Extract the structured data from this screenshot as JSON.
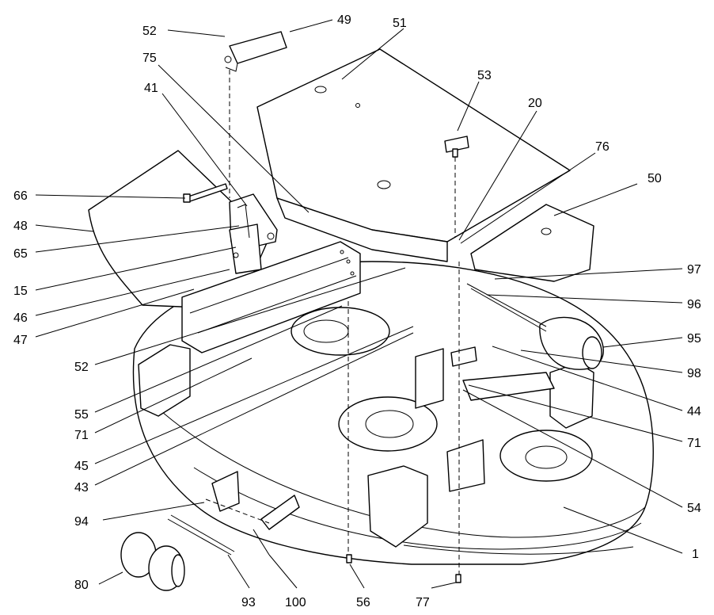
{
  "diagram": {
    "callouts": [
      "52",
      "49",
      "51",
      "75",
      "53",
      "41",
      "20",
      "76",
      "66",
      "50",
      "48",
      "65",
      "15",
      "97",
      "46",
      "96",
      "47",
      "95",
      "98",
      "52",
      "44",
      "55",
      "71",
      "71",
      "45",
      "54",
      "43",
      "94",
      "1",
      "80",
      "93",
      "100",
      "56",
      "77"
    ]
  }
}
